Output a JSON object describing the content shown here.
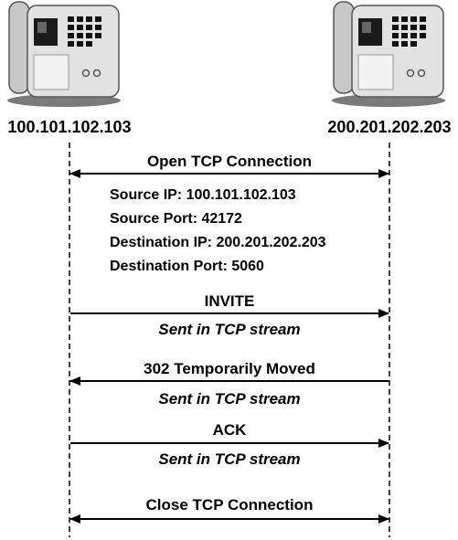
{
  "endpoints": {
    "left": {
      "address": "100.101.102.103",
      "icon": "ip-phone-icon"
    },
    "right": {
      "address": "200.201.202.203",
      "icon": "ip-phone-icon"
    }
  },
  "connection_details": {
    "source_ip": "Source IP: 100.101.102.103",
    "source_port": "Source Port: 42172",
    "destination_ip": "Destination IP: 200.201.202.203",
    "destination_port": "Destination Port: 5060"
  },
  "messages": [
    {
      "label": "Open TCP Connection",
      "direction": "both",
      "sublabel": ""
    },
    {
      "label": "INVITE",
      "direction": "right",
      "sublabel": "Sent in TCP stream"
    },
    {
      "label": "302 Temporarily Moved",
      "direction": "left",
      "sublabel": "Sent in TCP stream"
    },
    {
      "label": "ACK",
      "direction": "right",
      "sublabel": "Sent in TCP stream"
    },
    {
      "label": "Close TCP Connection",
      "direction": "both",
      "sublabel": ""
    }
  ],
  "colors": {
    "ink": "#000000",
    "phone_body": "#d9d9d9",
    "phone_shadow": "#8a8a8a",
    "screen": "#1a1a1a"
  }
}
